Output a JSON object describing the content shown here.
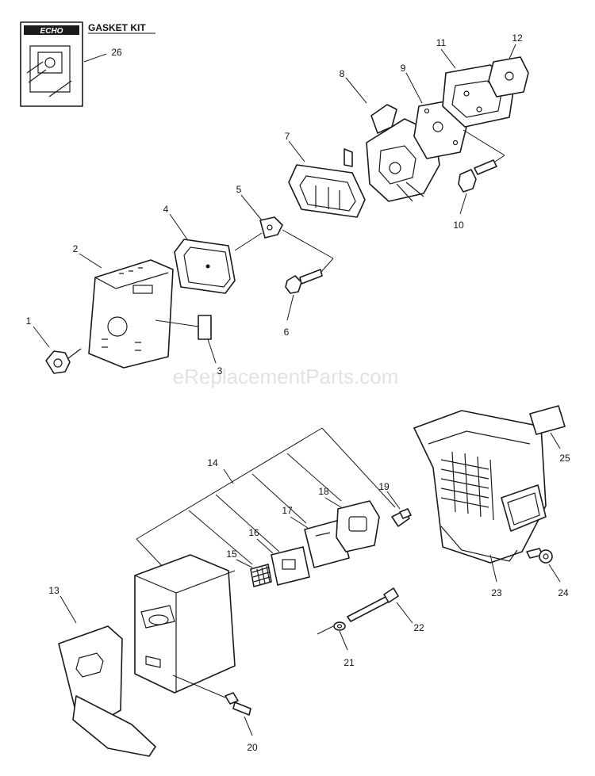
{
  "kit": {
    "brand": "ECHO",
    "title": "GASKET KIT",
    "callout": "26"
  },
  "watermark": "eReplacementParts.com",
  "callouts": {
    "p1": "1",
    "p2": "2",
    "p3": "3",
    "p4": "4",
    "p5": "5",
    "p6": "6",
    "p7": "7",
    "p8": "8",
    "p9": "9",
    "p10": "10",
    "p11": "11",
    "p12": "12",
    "p13": "13",
    "p14": "14",
    "p15": "15",
    "p16": "16",
    "p17": "17",
    "p18": "18",
    "p19": "19",
    "p20": "20",
    "p21": "21",
    "p22": "22",
    "p23": "23",
    "p24": "24",
    "p25": "25"
  }
}
